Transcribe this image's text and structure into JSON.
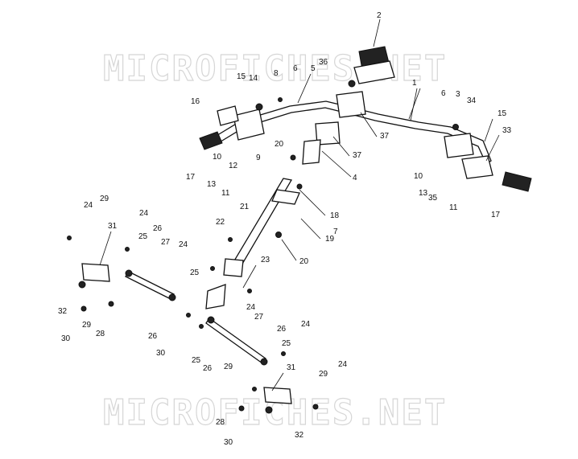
{
  "watermark": {
    "top": "MICROFICHES.NET",
    "bottom": "MICROFICHES.NET"
  },
  "callouts": [
    "1",
    "2",
    "3",
    "4",
    "5",
    "6",
    "8",
    "9",
    "10",
    "11",
    "12",
    "13",
    "14",
    "15",
    "16",
    "17",
    "18",
    "19",
    "20",
    "21",
    "22",
    "23",
    "24",
    "25",
    "26",
    "27",
    "28",
    "29",
    "30",
    "31",
    "32",
    "33",
    "34",
    "35",
    "36",
    "37",
    "7"
  ]
}
